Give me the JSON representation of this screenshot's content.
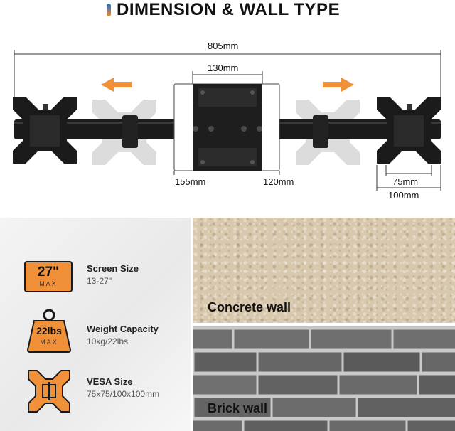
{
  "header": {
    "title": "DIMENSION & WALL TYPE"
  },
  "dimensions": {
    "total_width": "805mm",
    "center_plate_width": "130mm",
    "plate_height_left": "155mm",
    "plate_height_right": "120mm",
    "vesa_small": "75mm",
    "vesa_large": "100mm"
  },
  "specs": {
    "screen_size": {
      "badge_value": "27\"",
      "badge_sub": "MAX",
      "label": "Screen Size",
      "value": "13-27''"
    },
    "weight_capacity": {
      "badge_value": "22lbs",
      "badge_sub": "MAX",
      "label": "Weight Capacity",
      "value": "10kg/22lbs"
    },
    "vesa_size": {
      "label": "VESA Size",
      "value": "75x75/100x100mm"
    }
  },
  "walls": {
    "concrete": "Concrete wall",
    "brick": "Brick wall"
  },
  "colors": {
    "accent_orange": "#f0913a",
    "mount_black": "#1b1b1b",
    "ghost_gray": "#d9d9d9"
  }
}
